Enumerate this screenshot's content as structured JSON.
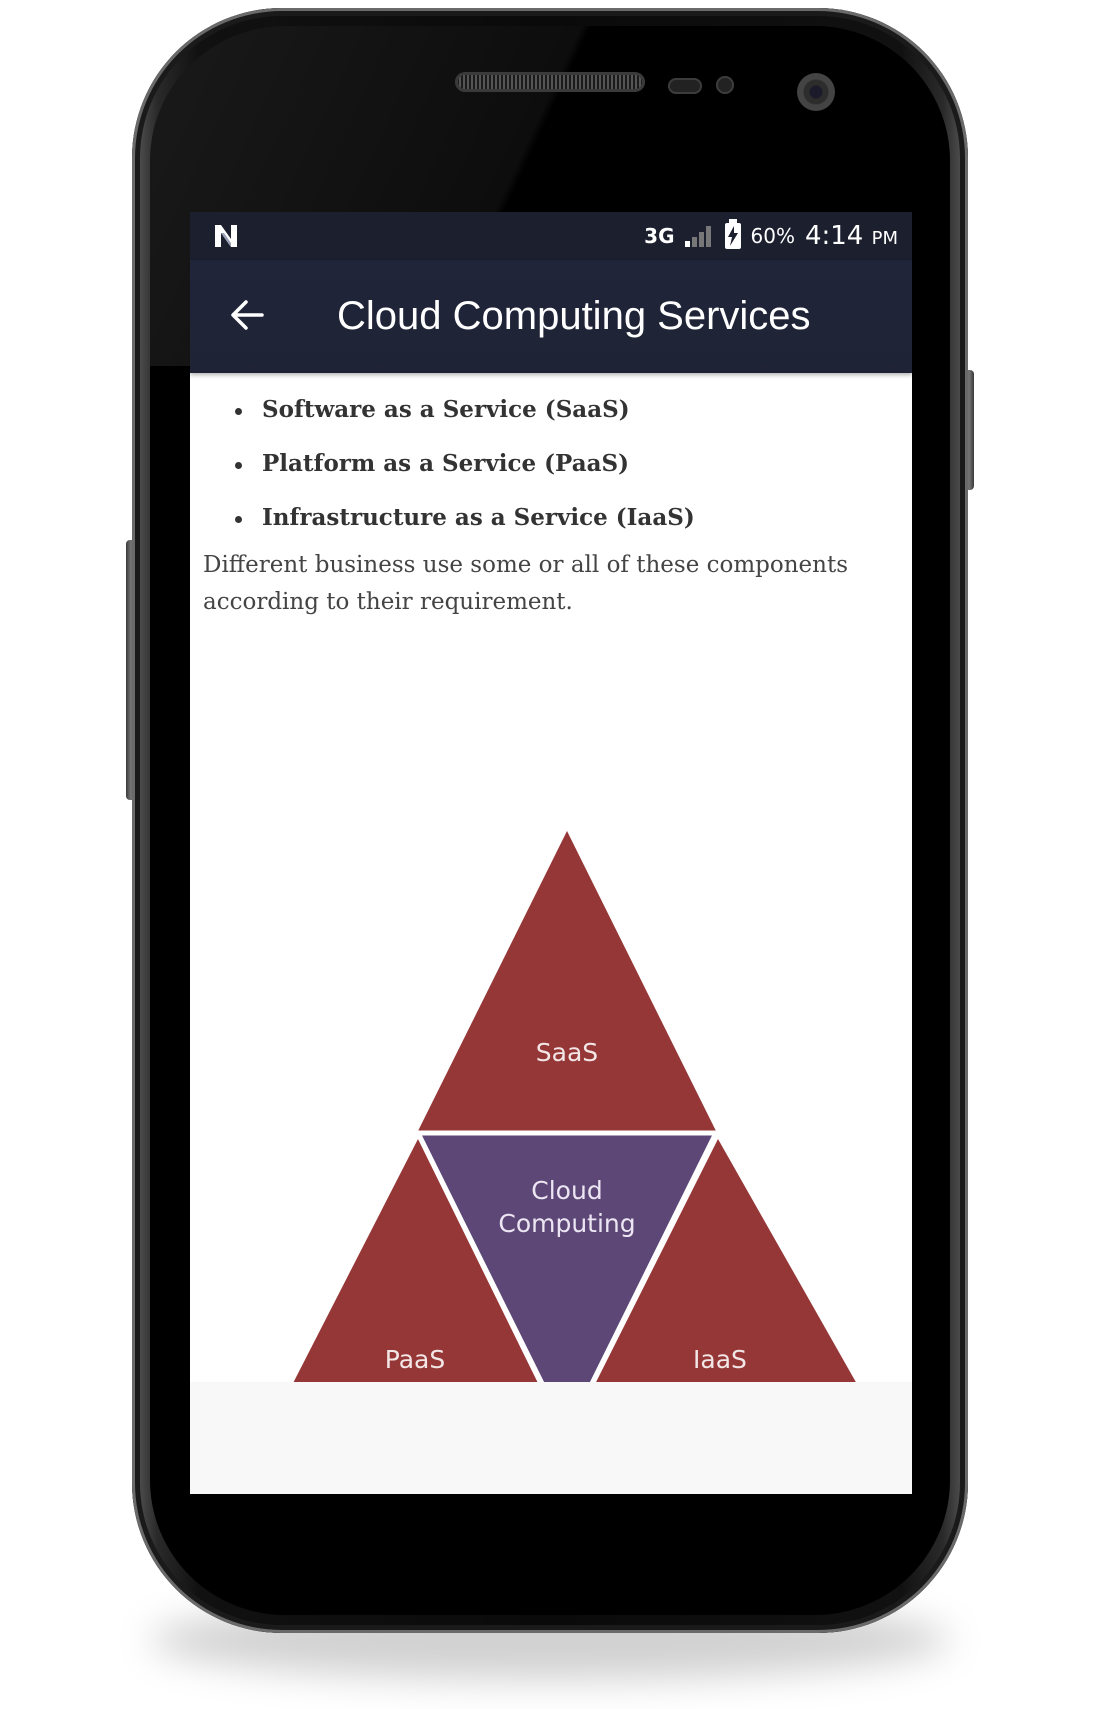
{
  "status_bar": {
    "network": "3G",
    "battery": "60%",
    "time": "4:14",
    "ampm": "PM"
  },
  "app_bar": {
    "title": "Cloud Computing Services"
  },
  "content": {
    "services": [
      "Software as a Service (SaaS)",
      "Platform as a Service (PaaS)",
      "Infrastructure as a Service (IaaS)"
    ],
    "paragraph": "Different business use some or all of these components according to their requirement."
  },
  "diagram": {
    "top": "SaaS",
    "center": "Cloud Computing",
    "center_line1": "Cloud",
    "center_line2": "Computing",
    "left": "PaaS",
    "right": "IaaS",
    "colors": {
      "outer": "#963737",
      "center": "#5d4777",
      "divider": "#ffffff"
    }
  }
}
